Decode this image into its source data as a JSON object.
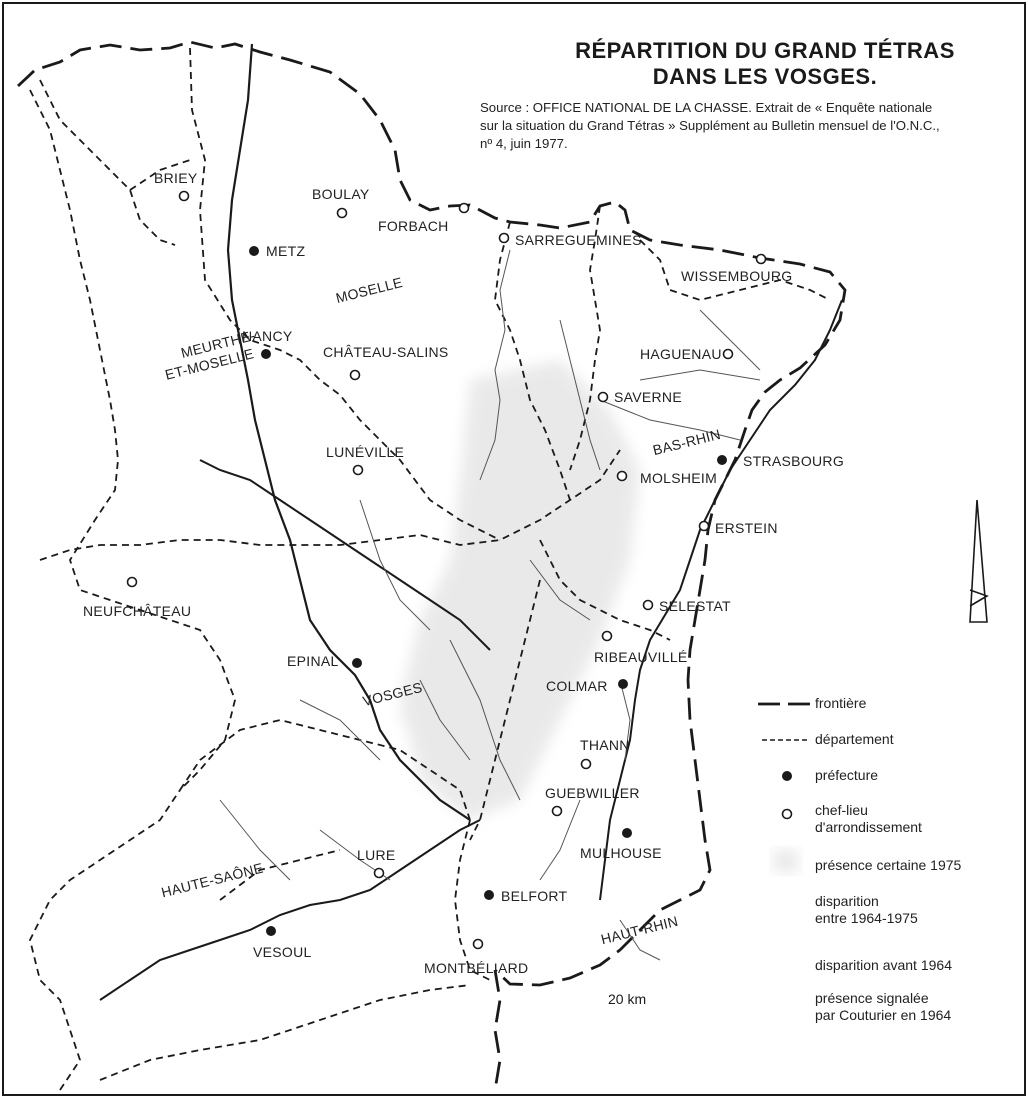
{
  "title": {
    "line1": "RÉPARTITION DU GRAND TÉTRAS",
    "line2": "DANS LES VOSGES."
  },
  "source": {
    "line1": "Source : OFFICE NATIONAL DE LA CHASSE. Extrait de « Enquête nationale",
    "line2": "sur la situation du Grand Tétras » Supplément au Bulletin mensuel de l'O.N.C.,",
    "line3": "nº 4, juin 1977."
  },
  "cities": {
    "briey": "BRIEY",
    "boulay": "BOULAY",
    "forbach": "FORBACH",
    "sarreguemines": "SARREGUEMINES",
    "metz": "METZ",
    "wissembourg": "WISSEMBOURG",
    "chateau_salins": "CHÂTEAU-SALINS",
    "haguenau": "HAGUENAU",
    "saverne": "SAVERNE",
    "nancy": "NANCY",
    "luneville": "LUNÉVILLE",
    "strasbourg": "STRASBOURG",
    "molsheim": "MOLSHEIM",
    "erstein": "ERSTEIN",
    "neufchateau": "NEUFCHÂTEAU",
    "selestat": "SÉLESTAT",
    "ribeauville": "RIBEAUVILLÉ",
    "epinal": "EPINAL",
    "colmar": "COLMAR",
    "thann": "THANN",
    "guebwiller": "GUEBWILLER",
    "mulhouse": "MULHOUSE",
    "lure": "LURE",
    "belfort": "BELFORT",
    "vesoul": "VESOUL",
    "montbeliard": "MONTBÉLIARD"
  },
  "departments": {
    "moselle": "MOSELLE",
    "meurthe_line1": "MEURTHE-",
    "meurthe_line2": "ET-MOSELLE",
    "bas_rhin": "BAS-RHIN",
    "vosges": "VOSGES",
    "haute_saone": "HAUTE-SAÔNE",
    "haut_rhin": "HAUT-RHIN"
  },
  "legend": {
    "frontiere": "frontière",
    "departement": "département",
    "prefecture": "préfecture",
    "chef_lieu_1": "chef-lieu",
    "chef_lieu_2": "d'arrondissement",
    "presence_1975": "présence certaine 1975",
    "disparition_1": "disparition",
    "disparition_2": "entre 1964-1975",
    "disparition_avant": "disparition avant 1964",
    "signalee_1": "présence signalée",
    "signalee_2": "par Couturier en 1964"
  },
  "scale_label": "20 km",
  "colors": {
    "ink": "#1a1a1a",
    "presence_shade": "#e6e6e6",
    "background": "#ffffff"
  }
}
